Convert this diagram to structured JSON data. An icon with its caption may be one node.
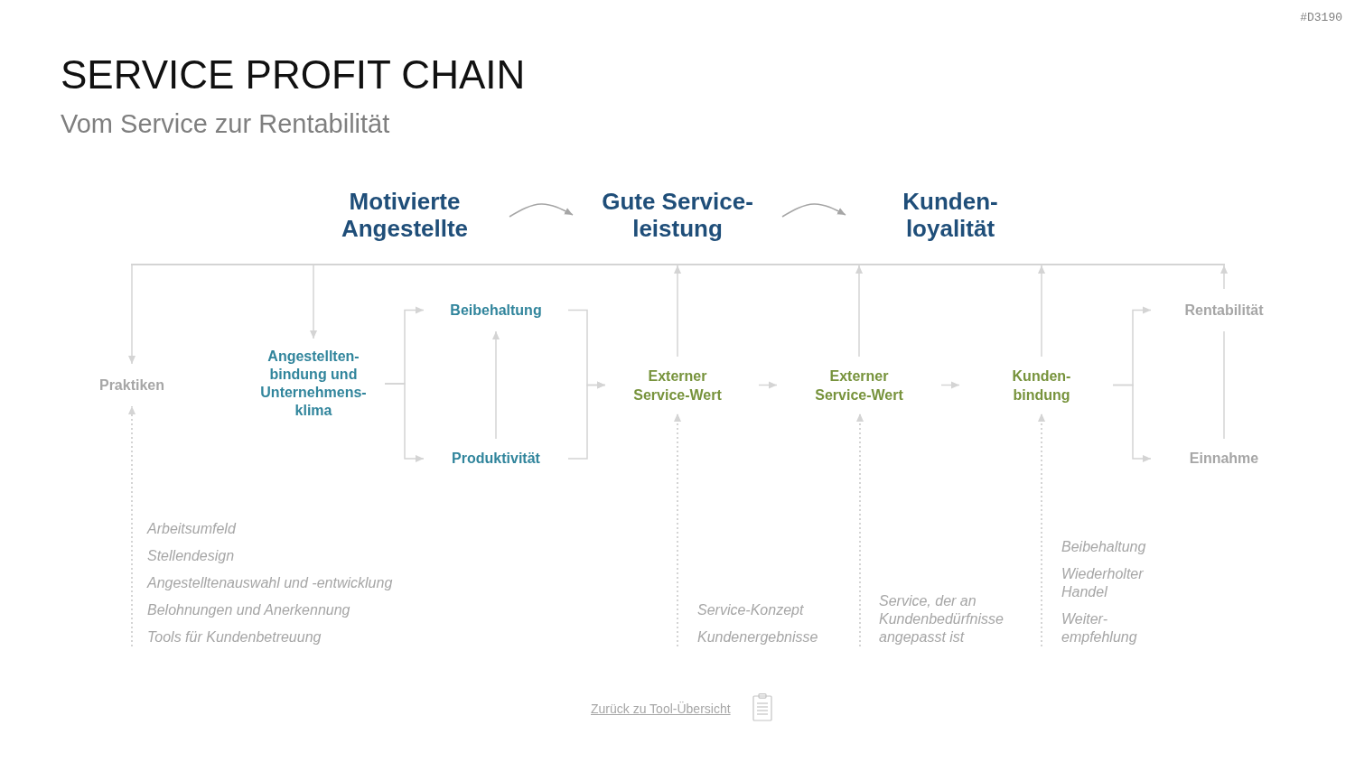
{
  "diagram": {
    "title": "SERVICE PROFIT CHAIN",
    "nodes": [
      {
        "text": [
          "Motivierte Angestellte"
        ]
      },
      {
        "text": [
          "Gute Service- leistung"
        ]
      },
      {
        "text": [
          "Kunden- loyalität"
        ]
      },
      {
        "text": [
          "Praktiken"
        ]
      },
      {
        "text": [
          "Angestellten- bindung und Unternehmens- klima"
        ]
      },
      {
        "text": [
          "Beibehaltung"
        ]
      },
      {
        "text": [
          "Produktivität"
        ]
      },
      {
        "text": [
          "Externer Service-Wert"
        ]
      },
      {
        "text": [
          "Externer Service-Wert"
        ]
      },
      {
        "text": [
          "Kunden- bindung"
        ]
      },
      {
        "text": [
          "Rentabilität"
        ]
      },
      {
        "text": [
          "Einnahme"
        ]
      },
      {
        "text": [
          "Arbeitsumfeld",
          "Stellendesign",
          "Angestelltenauswahl und -entwicklung",
          "Belohnungen und Anerkennung",
          "Tools für Kundenbetreuung"
        ]
      },
      {
        "text": [
          "Service-Konzept",
          "Kundenergebnisse"
        ]
      },
      {
        "text": [
          "Service, der an Kundenbedürfnisse angepasst ist"
        ]
      },
      {
        "text": [
          "Beibehaltung",
          "Wiederholter Handel",
          "Weiter- empfehlung"
        ]
      },
      {
        "text": [],
        "shape": "bar"
      }
    ],
    "edges": [
      {
        "from": 0,
        "to": 1,
        "arrow": "to",
        "color": "#a6a6a6"
      },
      {
        "from": 1,
        "to": 2,
        "arrow": "to",
        "color": "#a6a6a6"
      },
      {
        "from": 4,
        "to": 5,
        "arrow": "to"
      },
      {
        "from": 4,
        "to": 6,
        "arrow": "to"
      },
      {
        "from": 6,
        "to": 5,
        "arrow": "to"
      },
      {
        "from": 5,
        "to": 7,
        "arrow": "to"
      },
      {
        "from": 6,
        "to": 7,
        "arrow": "to"
      },
      {
        "from": 7,
        "to": 8,
        "arrow": "to"
      },
      {
        "from": 8,
        "to": 9,
        "arrow": "to"
      },
      {
        "from": 9,
        "to": 10,
        "arrow": "to"
      },
      {
        "from": 9,
        "to": 11,
        "arrow": "to"
      },
      {
        "from": 11,
        "to": 10,
        "arrow": "none"
      },
      {
        "from": 7,
        "to": 16,
        "arrow": "to"
      },
      {
        "from": 8,
        "to": 16,
        "arrow": "to"
      },
      {
        "from": 9,
        "to": 16,
        "arrow": "to"
      },
      {
        "from": 10,
        "to": 16,
        "arrow": "to"
      },
      {
        "from": 16,
        "to": 3,
        "arrow": "to"
      },
      {
        "from": 16,
        "to": 4,
        "arrow": "to"
      },
      {
        "from": 12,
        "to": 3,
        "arrow": "to",
        "style": "dashed"
      },
      {
        "from": 13,
        "to": 7,
        "arrow": "to",
        "style": "dashed"
      },
      {
        "from": 14,
        "to": 8,
        "arrow": "to",
        "style": "dashed"
      },
      {
        "from": 15,
        "to": 9,
        "arrow": "to",
        "style": "dashed"
      }
    ],
    "labels": [
      "#D3190",
      "Vom Service zur Rentabilität",
      "Zurück zu Tool-Übersicht"
    ]
  }
}
